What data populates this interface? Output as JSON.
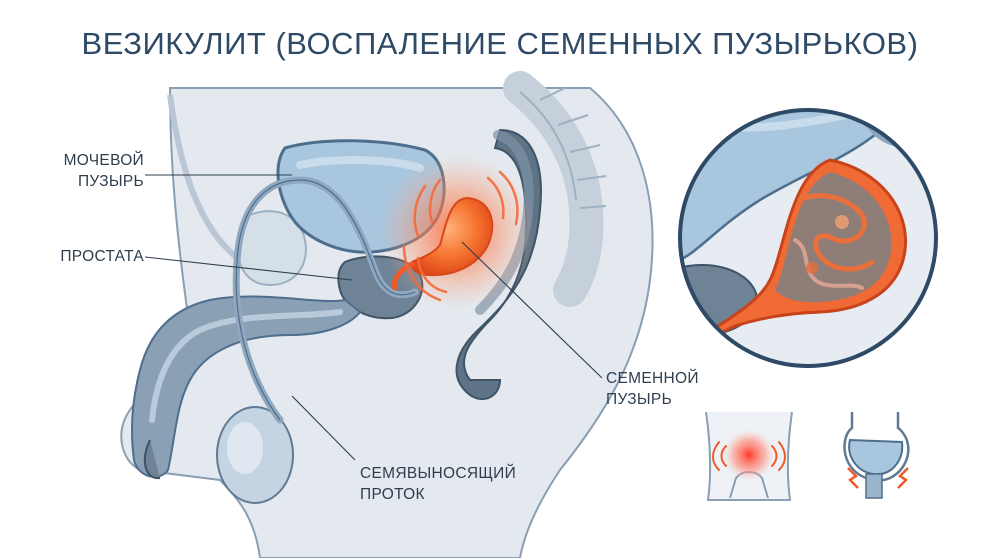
{
  "title": "ВЕЗИКУЛИТ (ВОСПАЛЕНИЕ СЕМЕННЫХ ПУЗЫРЬКОВ)",
  "labels": {
    "bladder_line1": "МОЧЕВОЙ",
    "bladder_line2": "ПУЗЫРЬ",
    "prostate": "ПРОСТАТА",
    "vesicle_line1": "СЕМЕННОЙ",
    "vesicle_line2": "ПУЗЫРЬ",
    "duct_line1": "СЕМЯВЫНОСЯЩИЙ",
    "duct_line2": "ПРОТОК"
  },
  "icons": [
    "pelvic-pain-icon",
    "bladder-pain-icon"
  ],
  "colors": {
    "title": "#2e4a66",
    "organ_blue": "#a9c6df",
    "organ_outline": "#4d6e8c",
    "tissue_gray": "#c6d0da",
    "dark_tissue": "#6f8396",
    "inflammation": "#f05a28",
    "glow": "#ff8a5c"
  }
}
